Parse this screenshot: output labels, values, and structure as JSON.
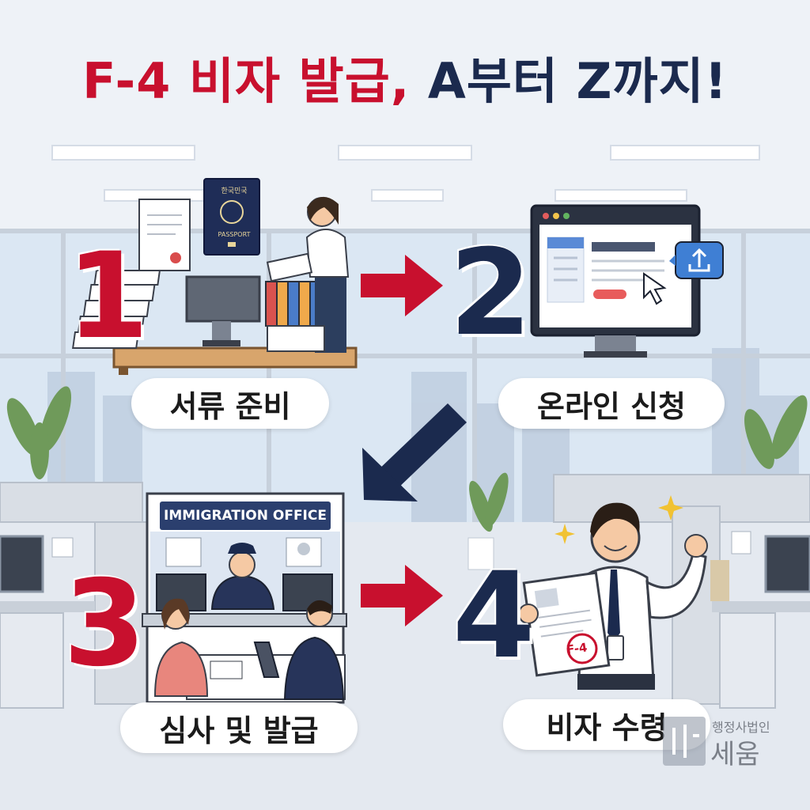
{
  "title": {
    "part1": "F-4 비자 발급,",
    "part2": "A부터 Z까지!"
  },
  "steps": [
    {
      "number": "1",
      "label": "서류 준비"
    },
    {
      "number": "2",
      "label": "온라인 신청"
    },
    {
      "number": "3",
      "label": "심사 및 발급"
    },
    {
      "number": "4",
      "label": "비자 수령"
    }
  ],
  "passport": {
    "top_text": "한국민국",
    "bottom_text": "PASSPORT"
  },
  "office_sign": "IMMIGRATION OFFICE",
  "visa_stamp": "F-4",
  "logo": {
    "line1": "행정사법인",
    "line2": "세움"
  },
  "colors": {
    "red": "#c8102e",
    "navy": "#1b2a4e",
    "background": "#eef2f7"
  }
}
